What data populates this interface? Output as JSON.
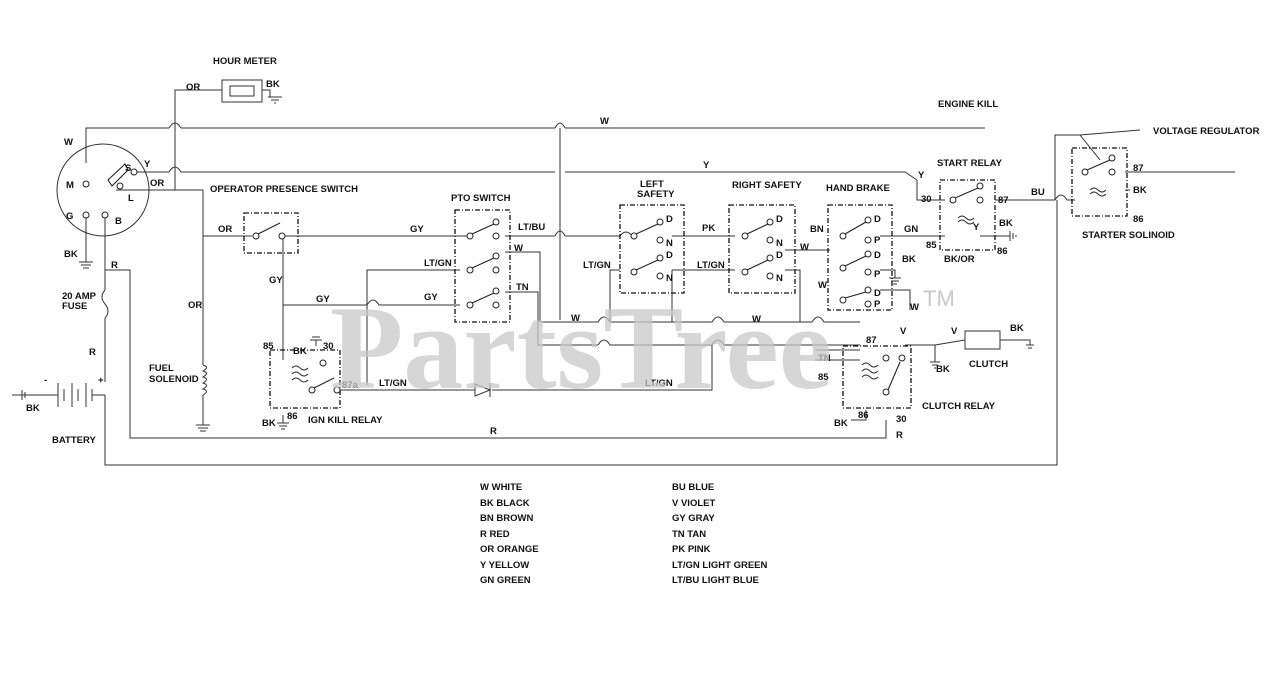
{
  "labels": {
    "hour_meter": "HOUR METER",
    "engine_kill": "ENGINE KILL",
    "voltage_regulator": "VOLTAGE REGULATOR",
    "operator_presence_switch": "OPERATOR PRESENCE SWITCH",
    "pto_switch": "PTO SWITCH",
    "left_safety_1": "LEFT",
    "left_safety_2": "SAFETY",
    "right_safety": "RIGHT SAFETY",
    "hand_brake": "HAND BRAKE",
    "start_relay": "START RELAY",
    "starter_solenoid": "STARTER SOLINOID",
    "fuse_1": "20 AMP",
    "fuse_2": "FUSE",
    "fuel_solenoid_1": "FUEL",
    "fuel_solenoid_2": "SOLENOID",
    "battery": "BATTERY",
    "ign_kill_relay": "IGN KILL RELAY",
    "clutch": "CLUTCH",
    "clutch_relay": "CLUTCH RELAY",
    "bk_or": "BK/OR"
  },
  "ignition_terminals": {
    "m": "M",
    "s": "S",
    "l": "L",
    "g": "G",
    "b": "B"
  },
  "relay_pins": {
    "p85": "85",
    "p86": "86",
    "p87": "87",
    "p87a": "87a",
    "p30": "30"
  },
  "switch_pins": {
    "d": "D",
    "n": "N",
    "p": "P"
  },
  "battery_signs": {
    "minus": "-",
    "plus": "+"
  },
  "wire_codes": {
    "w": "W",
    "bk": "BK",
    "bn": "BN",
    "r": "R",
    "or": "OR",
    "y": "Y",
    "gn": "GN",
    "bu": "BU",
    "v": "V",
    "gy": "GY",
    "tn": "TN",
    "pk": "PK",
    "ltgn": "LT/GN",
    "ltbu": "LT/BU"
  },
  "watermark": {
    "text": "PartsTree",
    "trademark": "TM"
  },
  "legend_left": [
    "W WHITE",
    "BK BLACK",
    "BN BROWN",
    "R RED",
    "OR ORANGE",
    "Y YELLOW",
    "GN GREEN"
  ],
  "legend_right": [
    "BU BLUE",
    "V VIOLET",
    "GY GRAY",
    "TN TAN",
    "PK PINK",
    "LT/GN LIGHT GREEN",
    "LT/BU LIGHT BLUE"
  ]
}
